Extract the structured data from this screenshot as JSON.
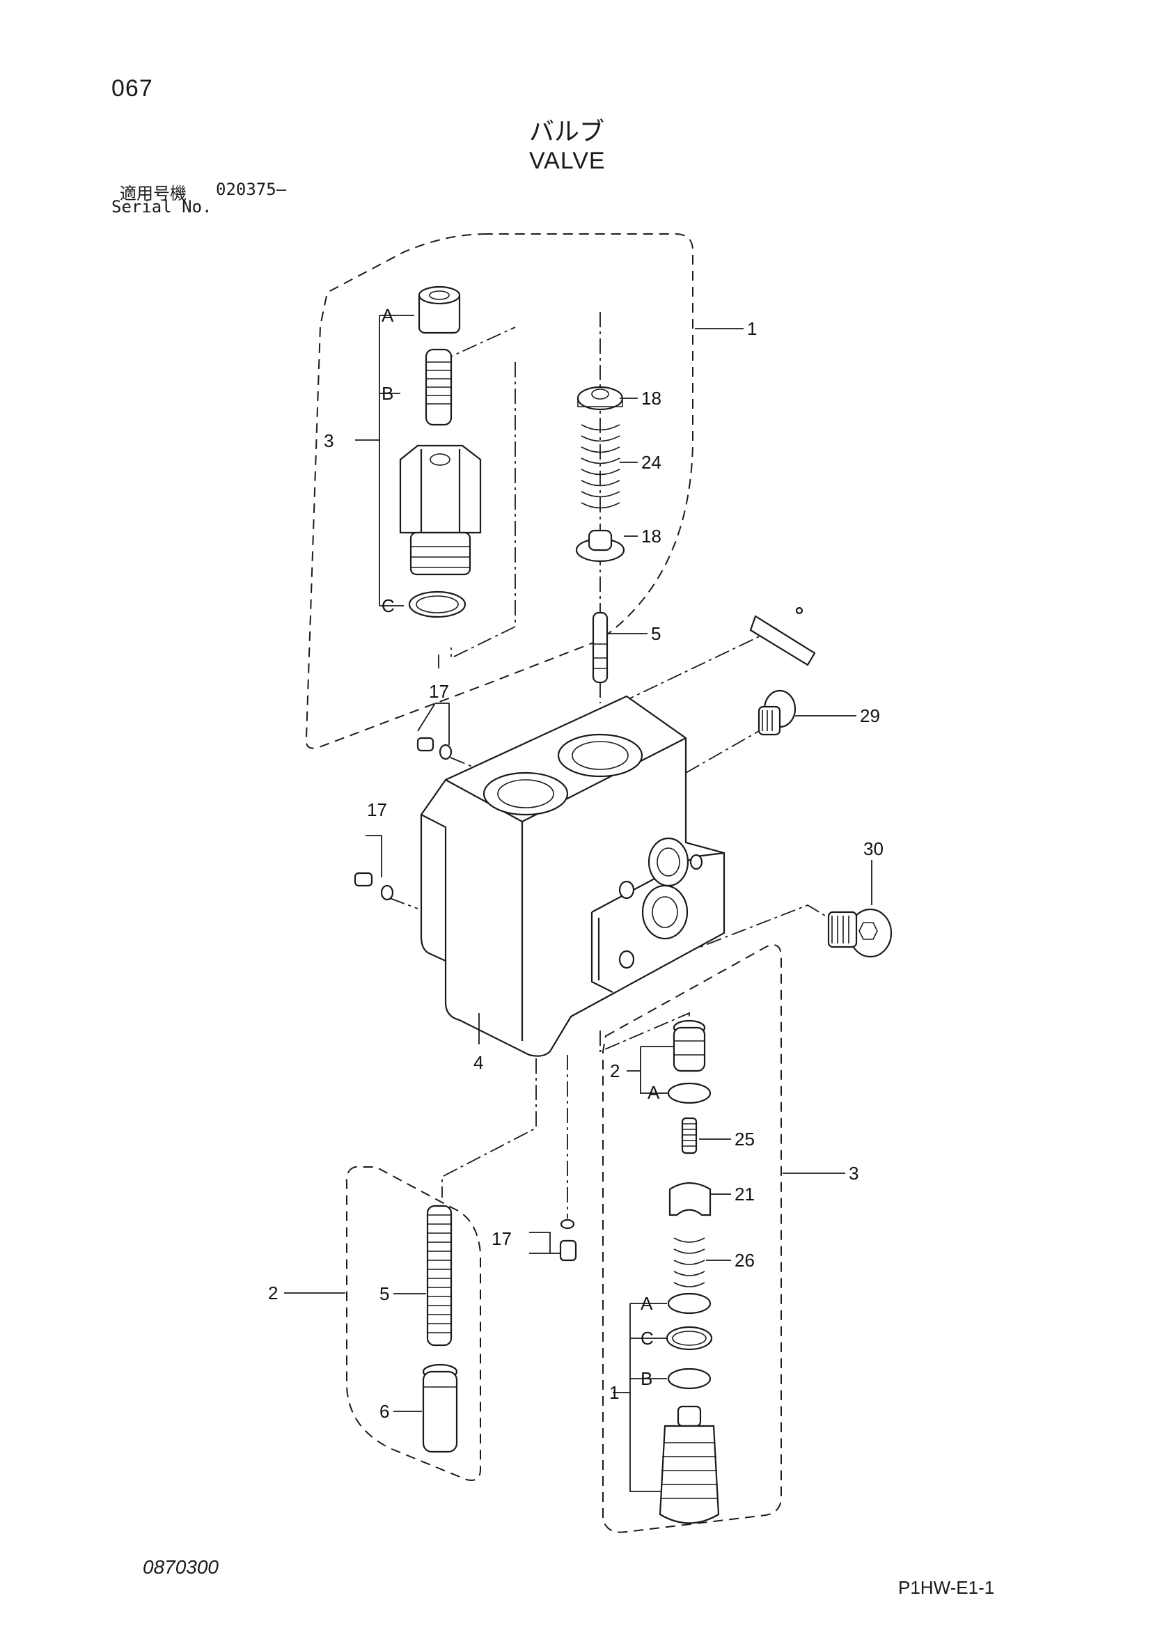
{
  "header": {
    "page_number": "067",
    "title_jp": "バルブ",
    "title_en": "VALVE",
    "serial_label_jp": "適用号機",
    "serial_range": "020375–",
    "serial_label_en": "Serial No."
  },
  "footer": {
    "document_number": "0870300",
    "reference_code": "P1HW-E1-1"
  },
  "callouts": {
    "c1_top": "1",
    "c3_left": "3",
    "sub_a_top": "A",
    "sub_b_top": "B",
    "sub_c_top": "C",
    "c18_upper": "18",
    "c24": "24",
    "c18_lower": "18",
    "c5_upper": "5",
    "c17_upper": "17",
    "c29": "29",
    "c17_left": "17",
    "c30": "30",
    "c4": "4",
    "c2_right": "2",
    "sub_a_right1": "A",
    "c25": "25",
    "c3_right": "3",
    "c21": "21",
    "c17_lower": "17",
    "c26": "26",
    "c2_left": "2",
    "c5_lower": "5",
    "c6": "6",
    "sub_a_right2": "A",
    "sub_c_right": "C",
    "c1_right": "1",
    "sub_b_right": "B"
  }
}
